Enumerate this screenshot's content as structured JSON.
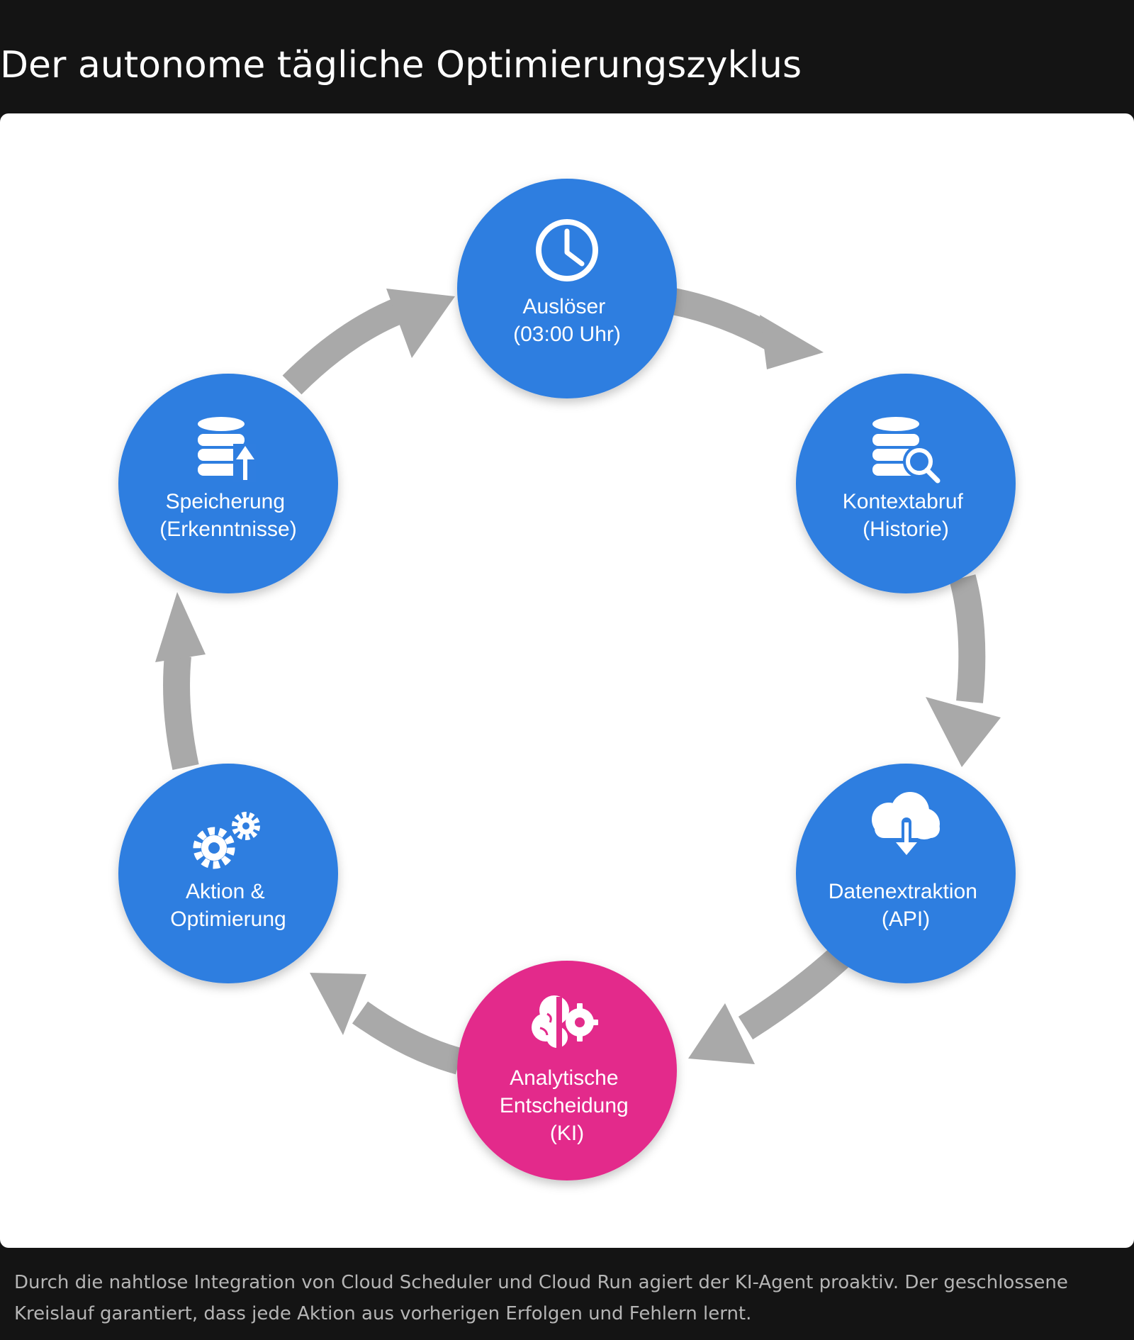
{
  "title": "Der autonome tägliche Optimierungszyklus",
  "colors": {
    "page_background": "#141414",
    "card_background": "#ffffff",
    "step_blue": "#2f7ee0",
    "decision_magenta": "#e32c8b",
    "arrow_gray": "#a9a9a9",
    "label_white": "#ffffff"
  },
  "diagram": {
    "type": "cycle",
    "direction": "clockwise",
    "steps": [
      {
        "icon": "clock-icon",
        "color": "blue",
        "lines": [
          "Auslöser",
          "(03:00 Uhr)"
        ]
      },
      {
        "icon": "database-search-icon",
        "color": "blue",
        "lines": [
          "Kontextabruf",
          "(Historie)"
        ]
      },
      {
        "icon": "cloud-download-icon",
        "color": "blue",
        "lines": [
          "Datenextraktion",
          "(API)"
        ]
      },
      {
        "icon": "brain-gear-icon",
        "color": "magenta",
        "lines": [
          "Analytische",
          "Entscheidung",
          "(KI)"
        ]
      },
      {
        "icon": "gears-icon",
        "color": "blue",
        "lines": [
          "Aktion &",
          "Optimierung"
        ]
      },
      {
        "icon": "database-upload-icon",
        "color": "blue",
        "lines": [
          "Speicherung",
          "(Erkenntnisse)"
        ]
      }
    ]
  },
  "caption": "Durch die nahtlose Integration von Cloud Scheduler und Cloud Run agiert der KI-Agent proaktiv. Der geschlossene Kreislauf garantiert, dass jede Aktion aus vorherigen Erfolgen und Fehlern lernt."
}
